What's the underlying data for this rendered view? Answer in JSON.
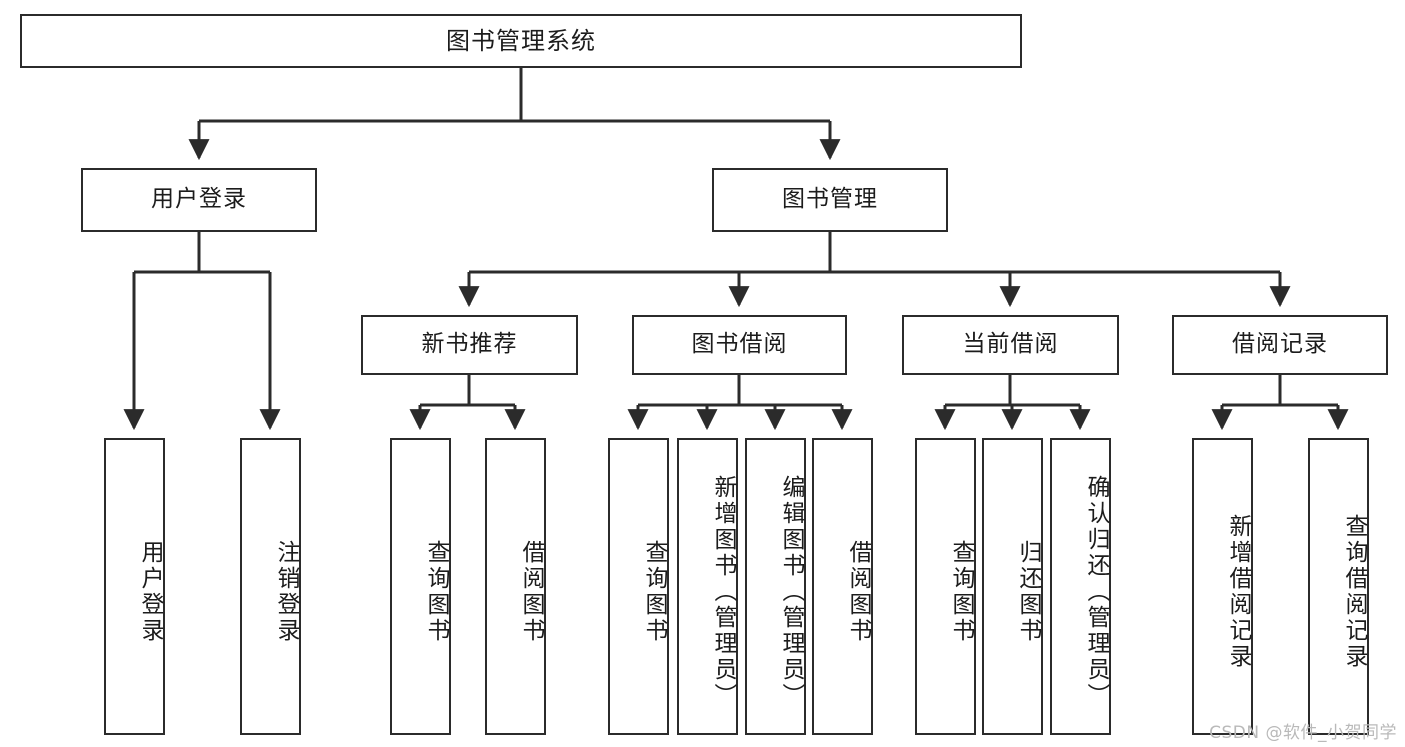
{
  "diagram": {
    "title": "图书管理系统",
    "type": "hierarchy-tree",
    "levels": {
      "root": {
        "label": "图书管理系统"
      },
      "level2": [
        {
          "id": "user-login",
          "label": "用户登录"
        },
        {
          "id": "book-management",
          "label": "图书管理"
        }
      ],
      "level3": [
        {
          "id": "new-book-recommend",
          "label": "新书推荐",
          "parent": "book-management"
        },
        {
          "id": "book-borrow",
          "label": "图书借阅",
          "parent": "book-management"
        },
        {
          "id": "current-borrow",
          "label": "当前借阅",
          "parent": "book-management"
        },
        {
          "id": "borrow-record",
          "label": "借阅记录",
          "parent": "book-management"
        }
      ],
      "leaves": [
        {
          "id": "leaf-user-login",
          "label": "用户登录",
          "parent": "user-login"
        },
        {
          "id": "leaf-logout-login",
          "label": "注销登录",
          "parent": "user-login"
        },
        {
          "id": "leaf-query-book-1",
          "label": "查询图书",
          "parent": "new-book-recommend"
        },
        {
          "id": "leaf-borrow-book-1",
          "label": "借阅图书",
          "parent": "new-book-recommend"
        },
        {
          "id": "leaf-query-book-2",
          "label": "查询图书",
          "parent": "book-borrow"
        },
        {
          "id": "leaf-add-book",
          "label": "新增图书（管理员）",
          "parent": "book-borrow"
        },
        {
          "id": "leaf-edit-book",
          "label": "编辑图书（管理员）",
          "parent": "book-borrow"
        },
        {
          "id": "leaf-borrow-book-2",
          "label": "借阅图书",
          "parent": "book-borrow"
        },
        {
          "id": "leaf-query-book-3",
          "label": "查询图书",
          "parent": "current-borrow"
        },
        {
          "id": "leaf-return-book",
          "label": "归还图书",
          "parent": "current-borrow"
        },
        {
          "id": "leaf-confirm-return",
          "label": "确认归还（管理员）",
          "parent": "current-borrow"
        },
        {
          "id": "leaf-add-record",
          "label": "新增借阅记录",
          "parent": "borrow-record"
        },
        {
          "id": "leaf-query-record",
          "label": "查询借阅记录",
          "parent": "borrow-record"
        }
      ]
    },
    "watermark": "CSDN @软件_小贺同学",
    "colors": {
      "stroke": "#2b2b2b",
      "fill": "#ffffff",
      "text": "#1c1c1c",
      "watermark": "#b9b9b9"
    }
  }
}
